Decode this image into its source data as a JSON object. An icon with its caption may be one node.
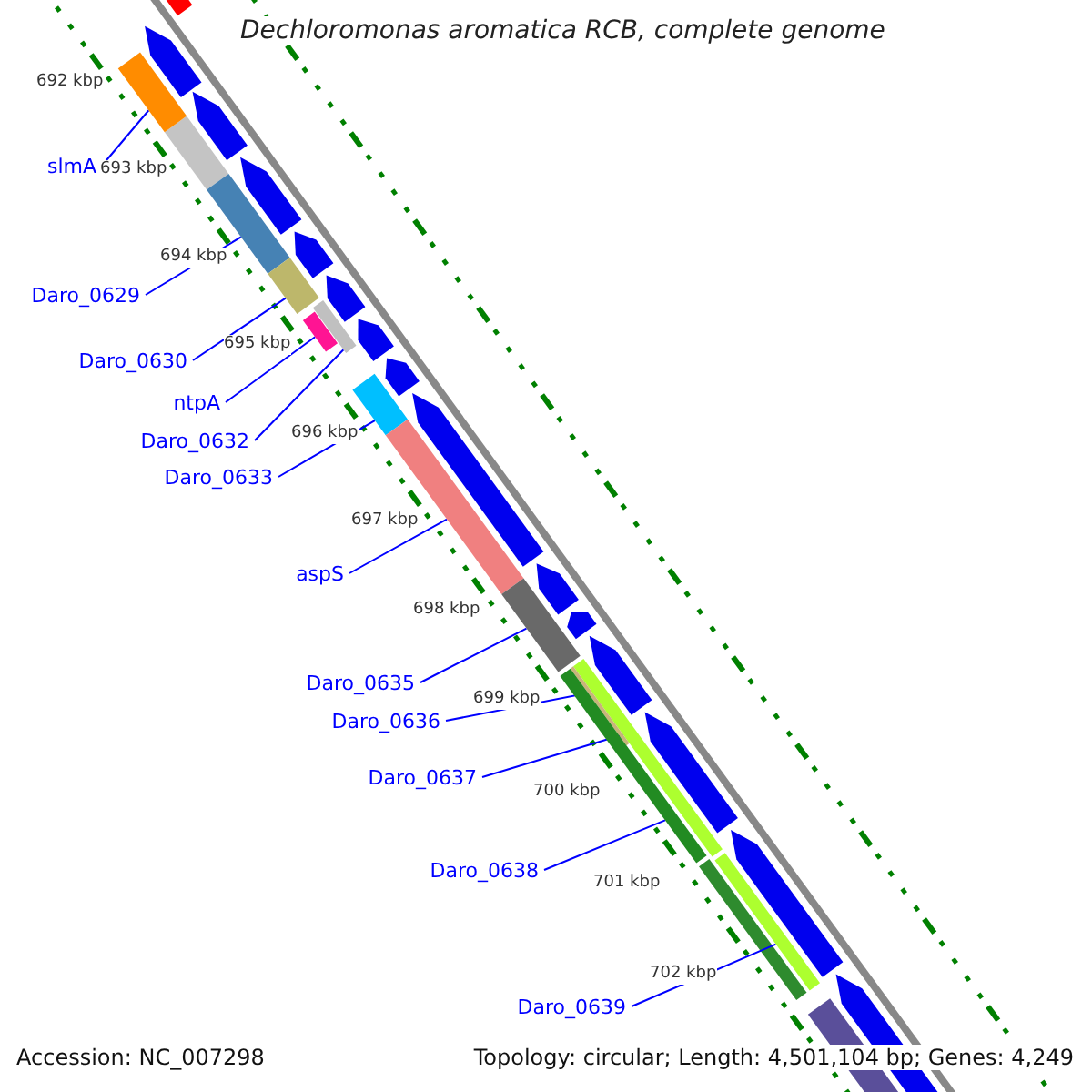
{
  "diagram": {
    "title": "Dechloromonas aromatica RCB, complete genome",
    "nodes": [
      {
        "text": [
          "slmA"
        ]
      },
      {
        "text": [
          "Daro_0629"
        ]
      },
      {
        "text": [
          "Daro_0630"
        ]
      },
      {
        "text": [
          "ntpA"
        ]
      },
      {
        "text": [
          "Daro_0632"
        ]
      },
      {
        "text": [
          "Daro_0633"
        ]
      },
      {
        "text": [
          "aspS"
        ]
      },
      {
        "text": [
          "Daro_0635"
        ]
      },
      {
        "text": [
          "Daro_0636"
        ]
      },
      {
        "text": [
          "Daro_0637"
        ]
      },
      {
        "text": [
          "Daro_0638"
        ]
      },
      {
        "text": [
          "Daro_0639"
        ]
      },
      {
        "text": [],
        "shape": "bar"
      },
      {
        "text": [],
        "shape": "bar"
      },
      {
        "text": [],
        "shape": "bar"
      },
      {
        "text": [],
        "shape": "bar"
      },
      {
        "text": [],
        "shape": "bar"
      },
      {
        "text": [],
        "shape": "bar"
      },
      {
        "text": [],
        "shape": "bar"
      },
      {
        "text": [],
        "shape": "bar"
      },
      {
        "text": [],
        "shape": "bar"
      },
      {
        "text": [],
        "shape": "bar"
      },
      {
        "text": [],
        "shape": "bar"
      },
      {
        "text": [],
        "shape": "bar"
      }
    ],
    "edges": [
      {
        "from": 0,
        "to": 12,
        "arrow": "none"
      },
      {
        "from": 1,
        "to": 13,
        "arrow": "none"
      },
      {
        "from": 2,
        "to": 14,
        "arrow": "none"
      },
      {
        "from": 3,
        "to": 16,
        "arrow": "none"
      },
      {
        "from": 4,
        "to": 15,
        "arrow": "none"
      },
      {
        "from": 5,
        "to": 17,
        "arrow": "none"
      },
      {
        "from": 6,
        "to": 18,
        "arrow": "none"
      },
      {
        "from": 7,
        "to": 19,
        "arrow": "none"
      },
      {
        "from": 8,
        "to": 21,
        "arrow": "none"
      },
      {
        "from": 9,
        "to": 20,
        "arrow": "none"
      },
      {
        "from": 10,
        "to": 22,
        "arrow": "none"
      },
      {
        "from": 11,
        "to": 23,
        "arrow": "none"
      }
    ],
    "labels": [
      "692 kbp",
      "693 kbp",
      "694 kbp",
      "695 kbp",
      "696 kbp",
      "697 kbp",
      "698 kbp",
      "699 kbp",
      "700 kbp",
      "701 kbp",
      "702 kbp",
      "Accession: NC_007298",
      "Topology: circular; Length: 4,501,104 bp; Genes: 4,249"
    ]
  }
}
